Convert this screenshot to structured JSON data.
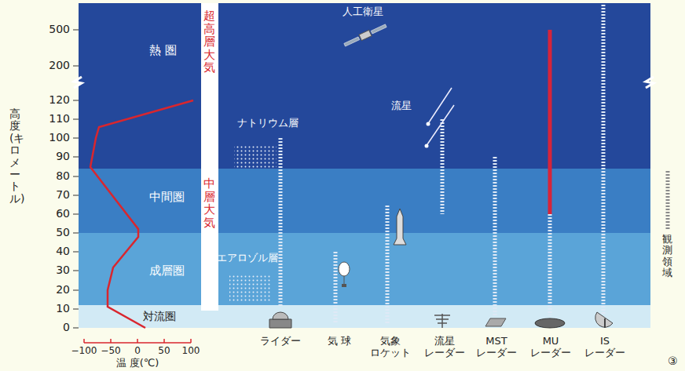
{
  "diagram": {
    "nodes": [
      {
        "text": [
          "熱 圏"
        ]
      },
      {
        "text": [
          "中間圏"
        ]
      },
      {
        "text": [
          "成層圏"
        ]
      },
      {
        "text": [
          "対流圏"
        ]
      },
      {
        "text": [
          "超高層大気",
          "中層大気"
        ]
      }
    ],
    "labels": [
      "500",
      "200",
      "120",
      "110",
      "100",
      "90",
      "80",
      "70",
      "60",
      "50",
      "40",
      "30",
      "20",
      "10",
      "0",
      "高 度(キロメートル)",
      "−100",
      "−50",
      "0",
      "50",
      "100",
      "温 度(℃)",
      "人工衛星",
      "流星",
      "ナトリウム層",
      "エアロゾル層",
      "ライダー",
      "気 球",
      "気象 ロケット",
      "流星 レーダー",
      "MST レーダー",
      "MU レーダー",
      "IS レーダー",
      "③"
    ],
    "legend": [
      {
        "text": "観測領域"
      }
    ]
  }
}
